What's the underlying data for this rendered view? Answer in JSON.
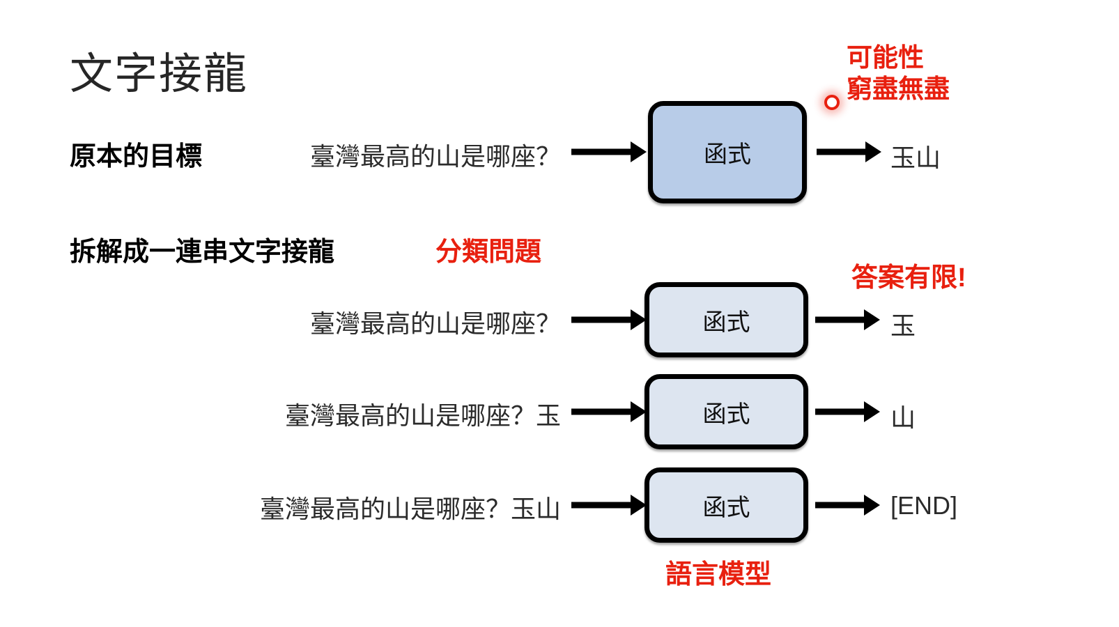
{
  "slide": {
    "title": "文字接龍",
    "background_color": "#ffffff"
  },
  "colors": {
    "red_accent": "#e8200f",
    "box_fill_primary": "#b8cce8",
    "box_fill_secondary": "#dde5f0",
    "box_border": "#000000",
    "text": "#2b2b2b"
  },
  "sections": {
    "original_goal_label": "原本的目標",
    "decompose_label": "拆解成一連串文字接龍",
    "classification_label": "分類問題"
  },
  "annotations": {
    "possibility_line1": "可能性",
    "possibility_line2": "窮盡無盡",
    "answers_limited": "答案有限!",
    "language_model": "語言模型"
  },
  "function_box_label": "函式",
  "rows": {
    "original": {
      "prompt": "臺灣最高的山是哪座？",
      "box_label": "函式",
      "output": "玉山"
    },
    "steps": [
      {
        "prompt": "臺灣最高的山是哪座？",
        "box_label": "函式",
        "output": "玉"
      },
      {
        "prompt": "臺灣最高的山是哪座？玉",
        "box_label": "函式",
        "output": "山"
      },
      {
        "prompt": "臺灣最高的山是哪座？玉山",
        "box_label": "函式",
        "output": "[END]"
      }
    ]
  }
}
